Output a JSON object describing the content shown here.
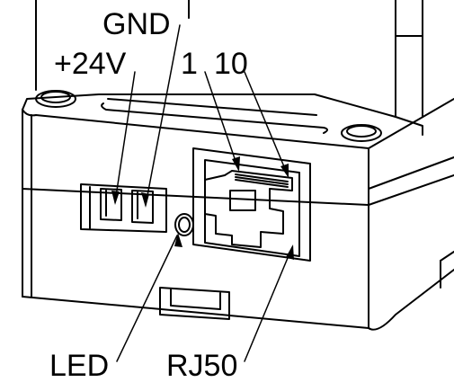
{
  "labels": {
    "gnd": "GND",
    "plus24v": "+24V",
    "pin1": "1",
    "pin10": "10",
    "led": "LED",
    "rj50": "RJ50"
  },
  "colors": {
    "line": "#000000",
    "background": "#ffffff"
  }
}
